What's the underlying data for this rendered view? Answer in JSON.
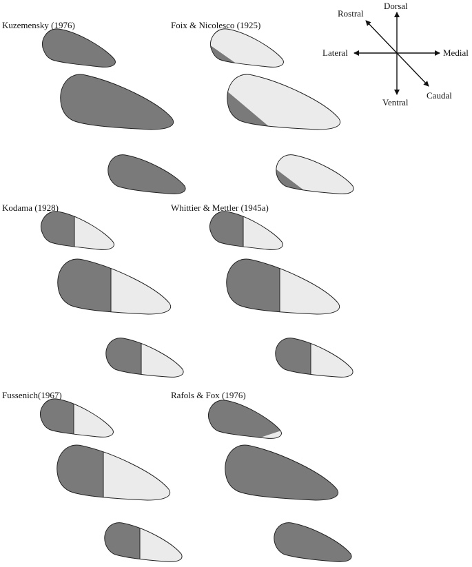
{
  "panels": [
    {
      "title": "Kuzemensky (1976)"
    },
    {
      "title": "Foix & Nicolesco (1925)"
    },
    {
      "title": "Kodama (1928)"
    },
    {
      "title": "Whittier & Mettler (1945a)"
    },
    {
      "title": "Fussenich(1967)"
    },
    {
      "title": "Rafols & Fox (1976)"
    }
  ],
  "compass": {
    "dorsal": "Dorsal",
    "ventral": "Ventral",
    "lateral": "Lateral",
    "medial": "Medial",
    "rostral": "Rostral",
    "caudal": "Caudal"
  },
  "colors": {
    "dark_region": "#7a7a7a",
    "light_region": "#ebebeb",
    "outline": "#222222"
  }
}
